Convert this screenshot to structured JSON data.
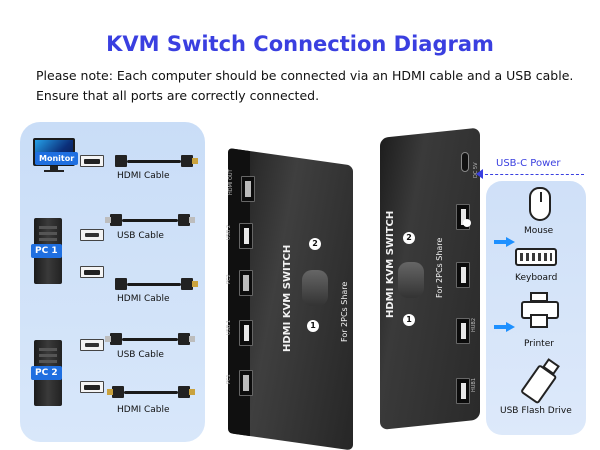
{
  "header": {
    "title": "KVM Switch Connection Diagram",
    "note_line1": "Please note: Each computer should be connected via an HDMI cable and a USB cable.",
    "note_line2": "Ensure that all ports are correctly connected."
  },
  "sources": {
    "monitor_tag": "Monitor",
    "pc1_tag": "PC 1",
    "pc2_tag": "PC 2",
    "cables": [
      {
        "label": "HDMI Cable",
        "kind": "hdmi"
      },
      {
        "label": "USB Cable",
        "kind": "usb"
      },
      {
        "label": "HDMI Cable",
        "kind": "hdmi"
      },
      {
        "label": "USB Cable",
        "kind": "usb"
      },
      {
        "label": "HDMI Cable",
        "kind": "hdmi"
      }
    ]
  },
  "device": {
    "label": "HDMI KVM SWITCH",
    "sub_label": "For 2PCs Share",
    "button_1": "1",
    "button_2": "2",
    "port_tags_front": [
      "HDMI OUT",
      "USB 2",
      "PC2",
      "USB 1",
      "PC1"
    ],
    "port_tags_back": [
      "HUB2",
      "HUB1"
    ],
    "power_port_tag": "DC 5V"
  },
  "power": {
    "label": "USB-C Power"
  },
  "peripherals": [
    {
      "label": "Mouse",
      "icon": "mouse-icon"
    },
    {
      "label": "Keyboard",
      "icon": "keyboard-icon"
    },
    {
      "label": "Printer",
      "icon": "printer-icon"
    },
    {
      "label": "USB Flash Drive",
      "icon": "usb-flash-drive-icon"
    }
  ],
  "colors": {
    "title": "#3a3fe0",
    "panel": "#c9ddf7",
    "tag": "#1f6fe0",
    "arrow": "#1e90ff"
  }
}
